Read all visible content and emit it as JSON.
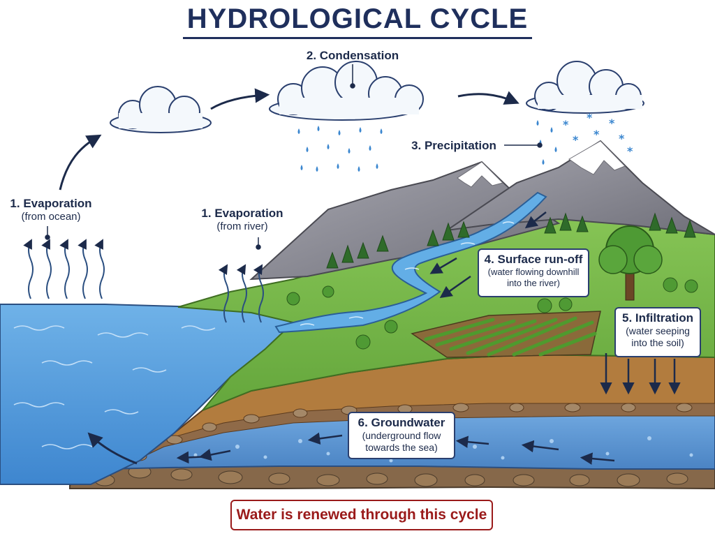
{
  "title": "HYDROLOGICAL CYCLE",
  "labels": {
    "evaporation_ocean": {
      "main": "1. Evaporation",
      "sub": "(from ocean)"
    },
    "evaporation_river": {
      "main": "1. Evaporation",
      "sub": "(from river)"
    },
    "condensation": {
      "main": "2. Condensation"
    },
    "precipitation": {
      "main": "3. Precipitation"
    },
    "surface_runoff": {
      "main": "4. Surface run-off",
      "sub1": "(water flowing downhill",
      "sub2": "into the river)"
    },
    "infiltration": {
      "main": "5. Infiltration",
      "sub1": "(water seeping",
      "sub2": "into the soil)"
    },
    "groundwater": {
      "main": "6. Groundwater",
      "sub1": "(underground flow",
      "sub2": "towards the sea)"
    }
  },
  "footer": "Water is renewed through this cycle",
  "colors": {
    "title": "#1f2f5c",
    "label_text": "#1c2a4a",
    "arrow": "#1c2a4a",
    "footer": "#9a1a1a",
    "sea": "#4f97d8",
    "river": "#63aee6",
    "grass": "#77b848",
    "mountain": "#8b8b95",
    "soil": "#b27c3e",
    "groundwater": "#5b93d2",
    "bedrock": "#86684a"
  }
}
